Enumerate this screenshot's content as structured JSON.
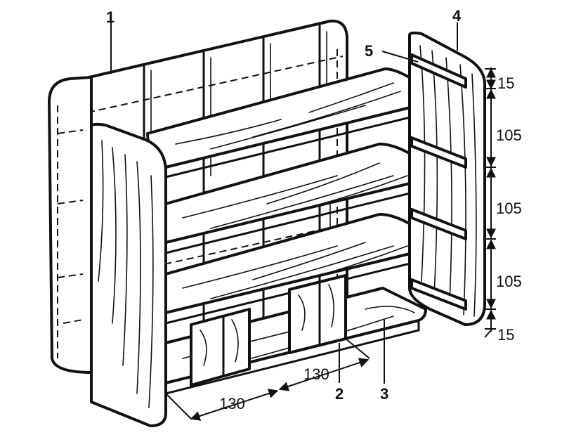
{
  "labels": {
    "part1": "1",
    "part2": "2",
    "part3": "3",
    "part4": "4",
    "part5": "5"
  },
  "dimensions": {
    "side_top": "15",
    "side_gap1": "105",
    "side_gap2": "105",
    "side_gap3": "105",
    "side_bottom": "15",
    "depth_front": "130",
    "depth_back": "130"
  }
}
